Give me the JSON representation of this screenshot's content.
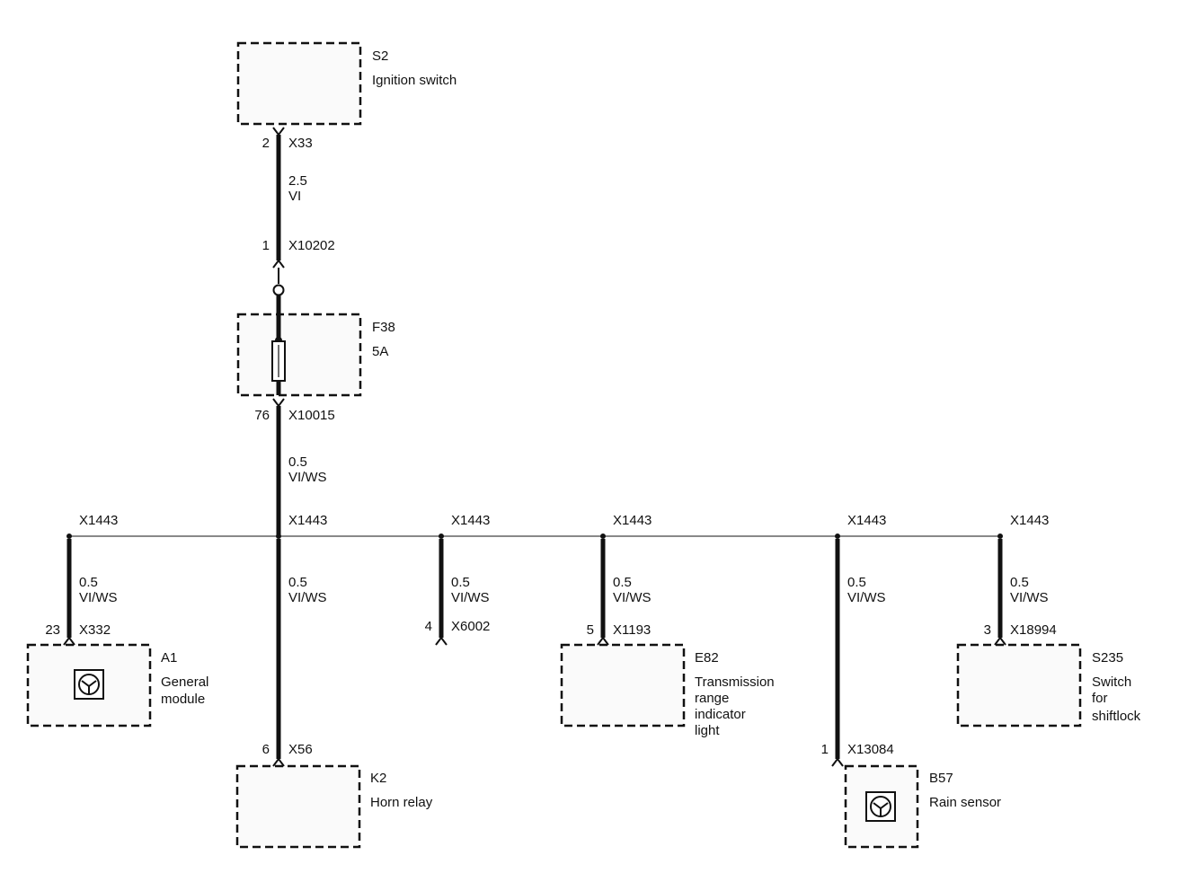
{
  "components": {
    "s2": {
      "id": "S2",
      "name": [
        "Ignition switch"
      ]
    },
    "f38": {
      "id": "F38",
      "name": [
        "5A"
      ]
    },
    "a1": {
      "id": "A1",
      "name": [
        "General",
        "module"
      ]
    },
    "k2": {
      "id": "K2",
      "name": [
        "Horn relay"
      ]
    },
    "e82": {
      "id": "E82",
      "name": [
        "Transmission",
        "range",
        "indicator",
        "light"
      ]
    },
    "b57": {
      "id": "B57",
      "name": [
        "Rain sensor"
      ]
    },
    "s235": {
      "id": "S235",
      "name": [
        "Switch",
        "for",
        "shiftlock"
      ]
    }
  },
  "connectors": {
    "x33": {
      "pin": "2",
      "label": "X33"
    },
    "x10202": {
      "pin": "1",
      "label": "X10202"
    },
    "x10015": {
      "pin": "76",
      "label": "X10015"
    },
    "x332": {
      "pin": "23",
      "label": "X332"
    },
    "x56": {
      "pin": "6",
      "label": "X56"
    },
    "x6002": {
      "pin": "4",
      "label": "X6002"
    },
    "x1193": {
      "pin": "5",
      "label": "X1193"
    },
    "x13084": {
      "pin": "1",
      "label": "X13084"
    },
    "x18994": {
      "pin": "3",
      "label": "X18994"
    }
  },
  "wires": {
    "main_top": {
      "size": "2.5",
      "color": "VI"
    },
    "main_mid": {
      "size": "0.5",
      "color": "VI/WS"
    },
    "branch_a1": {
      "size": "0.5",
      "color": "VI/WS"
    },
    "branch_k2": {
      "size": "0.5",
      "color": "VI/WS"
    },
    "branch_x6002": {
      "size": "0.5",
      "color": "VI/WS"
    },
    "branch_e82": {
      "size": "0.5",
      "color": "VI/WS"
    },
    "branch_b57": {
      "size": "0.5",
      "color": "VI/WS"
    },
    "branch_s235": {
      "size": "0.5",
      "color": "VI/WS"
    }
  },
  "splice": {
    "label": "X1443"
  }
}
